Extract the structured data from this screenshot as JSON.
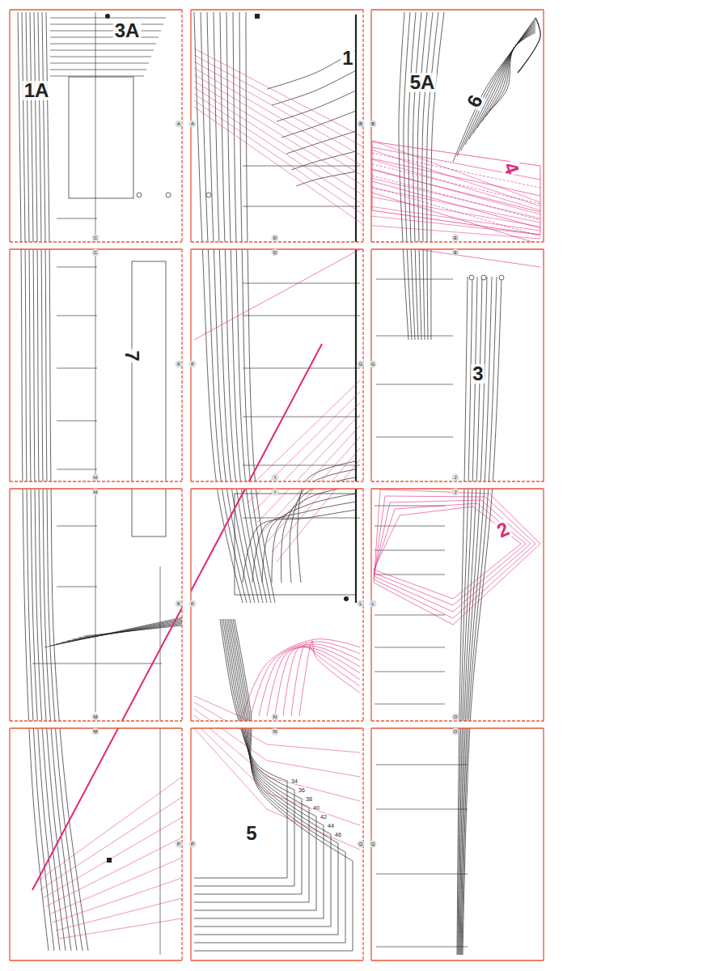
{
  "diagram": {
    "labels": [
      "1A",
      "3A",
      "1",
      "5A",
      "6",
      "4",
      "7",
      "3",
      "2",
      "5",
      "34",
      "36",
      "38",
      "40",
      "42",
      "44",
      "46",
      "A",
      "A",
      "B",
      "B",
      "C",
      "C",
      "D",
      "D",
      "E",
      "E",
      "F",
      "F",
      "G",
      "G",
      "H",
      "H",
      "I",
      "I",
      "J",
      "J",
      "K",
      "K",
      "L",
      "L",
      "M",
      "M",
      "N",
      "N",
      "O",
      "O",
      "P",
      "P",
      "Q",
      "Q"
    ]
  }
}
